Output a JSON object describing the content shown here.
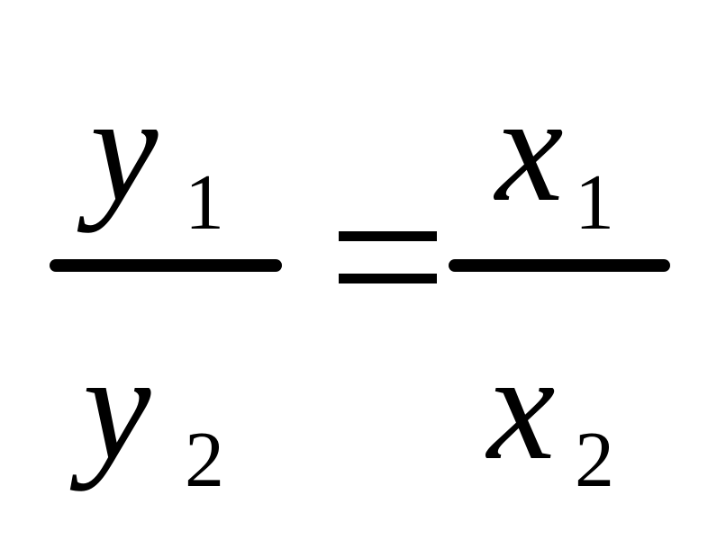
{
  "equation": {
    "left": {
      "numerator": {
        "var": "y",
        "sub": "1"
      },
      "denominator": {
        "var": "y",
        "sub": "2"
      }
    },
    "operator": "=",
    "right": {
      "numerator": {
        "var": "x",
        "sub": "1"
      },
      "denominator": {
        "var": "x",
        "sub": "2"
      }
    }
  }
}
